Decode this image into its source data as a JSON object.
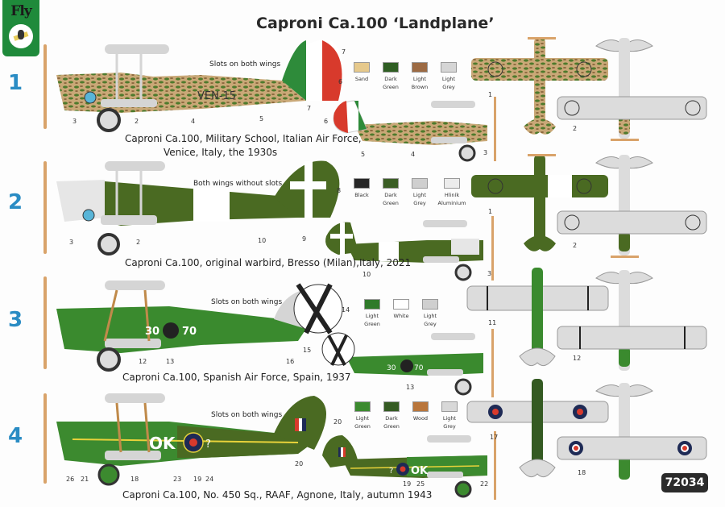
{
  "brand": {
    "logo_text": "Fly",
    "color": "#1f8a3b"
  },
  "title": "Caproni Ca.100 ‘Landplane’",
  "product_code": "72034",
  "schemes": [
    {
      "number": "1",
      "caption_line1": "Caproni Ca.100, Military School, Italian Air Force,",
      "caption_line2": "Venice, Italy, the 1930s",
      "note": "Slots on both wings",
      "fuselage_code": "VEN-15",
      "callouts_side_left": [
        "3",
        "2",
        "4",
        "5",
        "6",
        "7"
      ],
      "callouts_side_right": [
        "7",
        "6",
        "5",
        "4",
        "3"
      ],
      "callouts_plan": [
        "1",
        "2"
      ],
      "colors": [
        {
          "name_line1": "Sand",
          "name_line2": "",
          "hex": "#e6c98c"
        },
        {
          "name_line1": "Dark",
          "name_line2": "Green",
          "hex": "#2f5e23"
        },
        {
          "name_line1": "Light",
          "name_line2": "Brown",
          "hex": "#9c6a43"
        },
        {
          "name_line1": "Light",
          "name_line2": "Grey",
          "hex": "#d5d5d5"
        }
      ]
    },
    {
      "number": "2",
      "caption_line1": "Caproni Ca.100, original warbird, Bresso (Milan),Italy, 2021",
      "caption_line2": "",
      "note": "Both wings without slots",
      "callouts_side_left": [
        "3",
        "2",
        "10",
        "8"
      ],
      "callouts_side_right": [
        "9",
        "10",
        "3"
      ],
      "callouts_plan": [
        "1",
        "2"
      ],
      "colors": [
        {
          "name_line1": "Black",
          "name_line2": "",
          "hex": "#262626"
        },
        {
          "name_line1": "Dark",
          "name_line2": "Green",
          "hex": "#3b5e25"
        },
        {
          "name_line1": "Light",
          "name_line2": "Grey",
          "hex": "#cfcfcf"
        },
        {
          "name_line1": "Hliník",
          "name_line2": "Aluminium",
          "hex": "#ececec"
        }
      ]
    },
    {
      "number": "3",
      "caption_line1": "Caproni Ca.100, Spanish Air Force, Spain, 1937",
      "caption_line2": "",
      "note": "Slots on both wings",
      "fuselage_code_left": "30",
      "fuselage_code_right": "70",
      "callouts_side_left": [
        "12",
        "13",
        "16",
        "14"
      ],
      "callouts_side_right": [
        "15",
        "13"
      ],
      "callouts_plan": [
        "11",
        "12"
      ],
      "colors": [
        {
          "name_line1": "Light",
          "name_line2": "Green",
          "hex": "#2f7a2a"
        },
        {
          "name_line1": "White",
          "name_line2": "",
          "hex": "#ffffff"
        },
        {
          "name_line1": "Light",
          "name_line2": "Grey",
          "hex": "#cfcfcf"
        }
      ]
    },
    {
      "number": "4",
      "caption_line1": "Caproni Ca.100, No. 450 Sq., RAAF, Agnone, Italy, autumn 1943",
      "caption_line2": "",
      "note": "Slots on both wings",
      "fuselage_code": "OK",
      "fuselage_suffix": "?",
      "callouts_side_left": [
        "26",
        "21",
        "18",
        "23",
        "19",
        "24",
        "20"
      ],
      "callouts_side_right": [
        "20",
        "19",
        "25",
        "22"
      ],
      "callouts_plan": [
        "17",
        "18"
      ],
      "colors": [
        {
          "name_line1": "Light",
          "name_line2": "Green",
          "hex": "#3c8a2f"
        },
        {
          "name_line1": "Dark",
          "name_line2": "Green",
          "hex": "#345a22"
        },
        {
          "name_line1": "Wood",
          "name_line2": "",
          "hex": "#b9763c"
        },
        {
          "name_line1": "Light",
          "name_line2": "Grey",
          "hex": "#d8d8d8"
        }
      ]
    }
  ]
}
